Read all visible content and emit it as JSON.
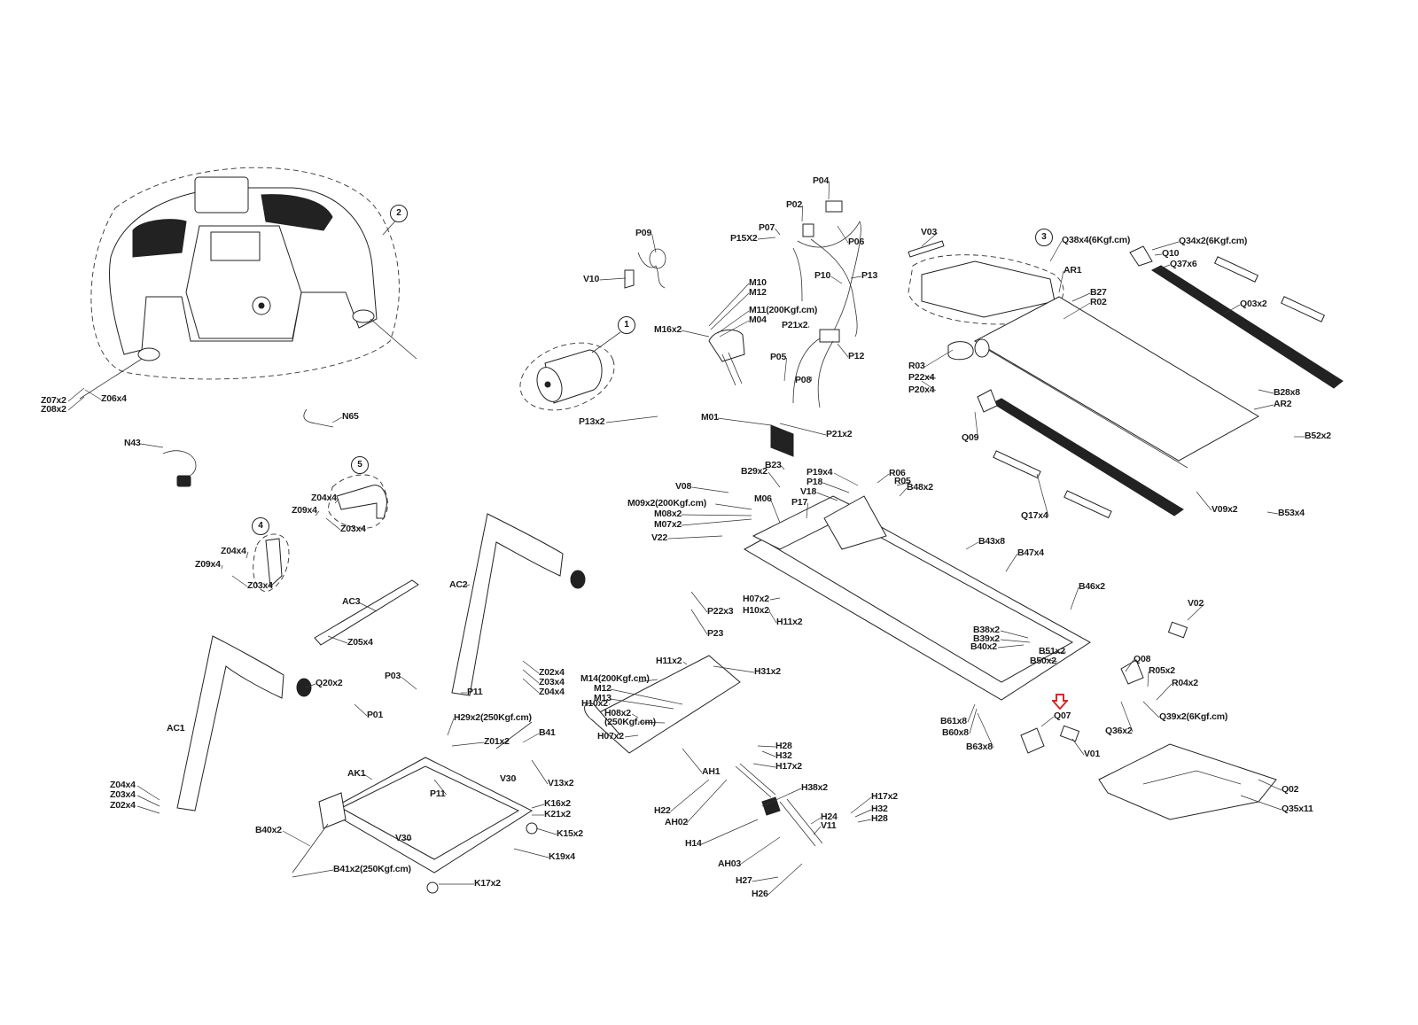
{
  "diagram": {
    "title": "Treadmill exploded parts diagram",
    "highlight_color": "#d42a2a",
    "highlighted_part": "Q07",
    "assemblies": [
      {
        "number": "1",
        "name": "motor-assembly"
      },
      {
        "number": "2",
        "name": "console-assembly"
      },
      {
        "number": "3",
        "name": "motor-cover-assembly"
      },
      {
        "number": "4",
        "name": "left-handle-grip-assembly"
      },
      {
        "number": "5",
        "name": "right-handle-grip-assembly"
      }
    ],
    "labels": {
      "console": [
        "Z07x2",
        "Z08x2",
        "Z06x4",
        "N65",
        "N43"
      ],
      "grip5": [
        "Z04x4",
        "Z09x4",
        "Z03x4"
      ],
      "grip4": [
        "Z04x4",
        "Z09x4",
        "Z03x4"
      ],
      "upright": [
        "AC3",
        "Z05x4",
        "AC2",
        "AC1",
        "Q20x2",
        "P03",
        "P11",
        "P01",
        "Z02x4",
        "Z03x4",
        "Z04x4",
        "Z04x4",
        "Z03x4",
        "Z02x4"
      ],
      "base": [
        "H29x2(250Kgf.cm)",
        "Z01x2",
        "B41",
        "V13x2",
        "V30",
        "AK1",
        "P11",
        "K16x2",
        "K21x2",
        "K15x2",
        "K19x4",
        "B40x2",
        "V30",
        "B41x2(250Kgf.cm)",
        "K17x2"
      ],
      "electrical": [
        "P09",
        "V10",
        "P04",
        "P02",
        "P07",
        "P15X2",
        "P06",
        "P10",
        "P13",
        "M10",
        "M12",
        "M11(200Kgf.cm)",
        "M04",
        "M16x2",
        "P21x2",
        "P12",
        "P05",
        "P08",
        "P13x2",
        "M01",
        "P21x2"
      ],
      "deck": [
        "V03",
        "Q38x4(6Kgf.cm)",
        "AR1",
        "Q34x2(6Kgf.cm)",
        "Q10",
        "Q37x6",
        "B27",
        "R02",
        "Q03x2",
        "R03",
        "P22x4",
        "P20x4",
        "B28x8",
        "AR2",
        "Q09",
        "B52x2",
        "Q17x4",
        "V09x2",
        "B53x4"
      ],
      "frame": [
        "B29x2",
        "B23",
        "P19x4",
        "P18",
        "V18",
        "R06",
        "R05",
        "B48x2",
        "V08",
        "M09x2(200Kgf.cm)",
        "M06",
        "P17",
        "M08x2",
        "M07x2",
        "V22",
        "B43x8",
        "B47x4",
        "B46x2",
        "P22x3",
        "P23",
        "H07x2",
        "H10x2",
        "H11x2",
        "B38x2",
        "B39x2",
        "B40x2",
        "B51x2",
        "B50x2",
        "B61x8",
        "B60x8",
        "B63x8"
      ],
      "incline": [
        "M14(200Kgf.cm)",
        "H11x2",
        "M12",
        "M13",
        "H31x2",
        "H10x2",
        "H08x2",
        "(250Kgf.cm)",
        "H07x2",
        "AH1",
        "H28",
        "H32",
        "H17x2",
        "H38x2",
        "H22",
        "AH02",
        "H24",
        "V11",
        "H17x2",
        "H32",
        "H28",
        "H14",
        "AH03",
        "H27",
        "H26"
      ],
      "rear": [
        "V02",
        "Q08",
        "R05x2",
        "R04x2",
        "Q07",
        "Q39x2(6Kgf.cm)",
        "Q36x2",
        "V01",
        "Q02",
        "Q35x11"
      ]
    }
  }
}
